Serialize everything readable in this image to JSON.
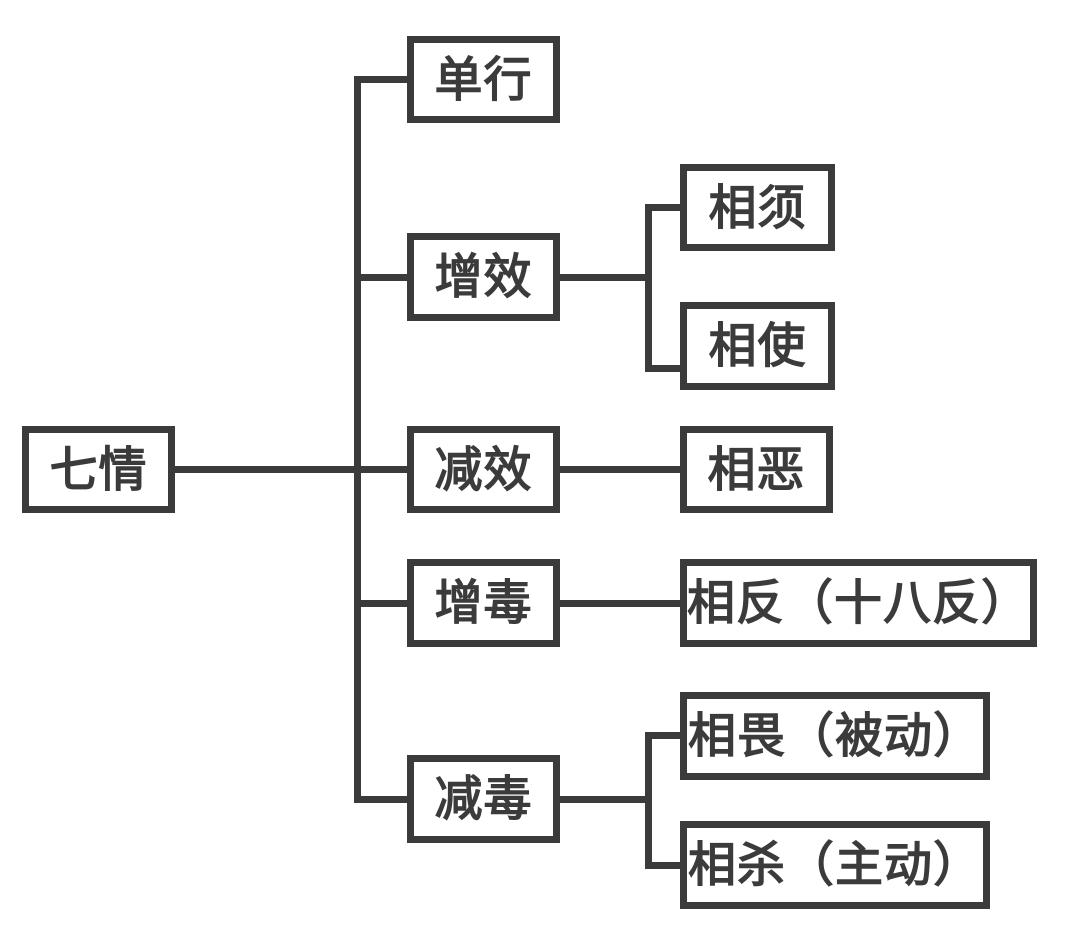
{
  "diagram": {
    "title_concept": "七情",
    "colors": {
      "line": "#3b3b3b",
      "box_fill": "#ffffff",
      "background": "#ffffff",
      "text": "#3b3b3b"
    },
    "nodes": {
      "root": {
        "label": "七情"
      },
      "danxing": {
        "label": "单行"
      },
      "zengxiao": {
        "label": "增效"
      },
      "xiangxu": {
        "label": "相须"
      },
      "xiangshi": {
        "label": "相使"
      },
      "jianxiao": {
        "label": "减效"
      },
      "xiange": {
        "label": "相恶"
      },
      "zengdu": {
        "label": "增毒"
      },
      "xiangfan": {
        "label": "相反（十八反）"
      },
      "jiandu": {
        "label": "减毒"
      },
      "xiangwei": {
        "label": "相畏（被动）"
      },
      "xiangsha": {
        "label": "相杀（主动）"
      }
    },
    "hierarchy": {
      "root": "七情",
      "children": [
        {
          "label": "单行",
          "children": []
        },
        {
          "label": "增效",
          "children": [
            "相须",
            "相使"
          ]
        },
        {
          "label": "减效",
          "children": [
            "相恶"
          ]
        },
        {
          "label": "增毒",
          "children": [
            "相反（十八反）"
          ]
        },
        {
          "label": "减毒",
          "children": [
            "相畏（被动）",
            "相杀（主动）"
          ]
        }
      ]
    }
  }
}
